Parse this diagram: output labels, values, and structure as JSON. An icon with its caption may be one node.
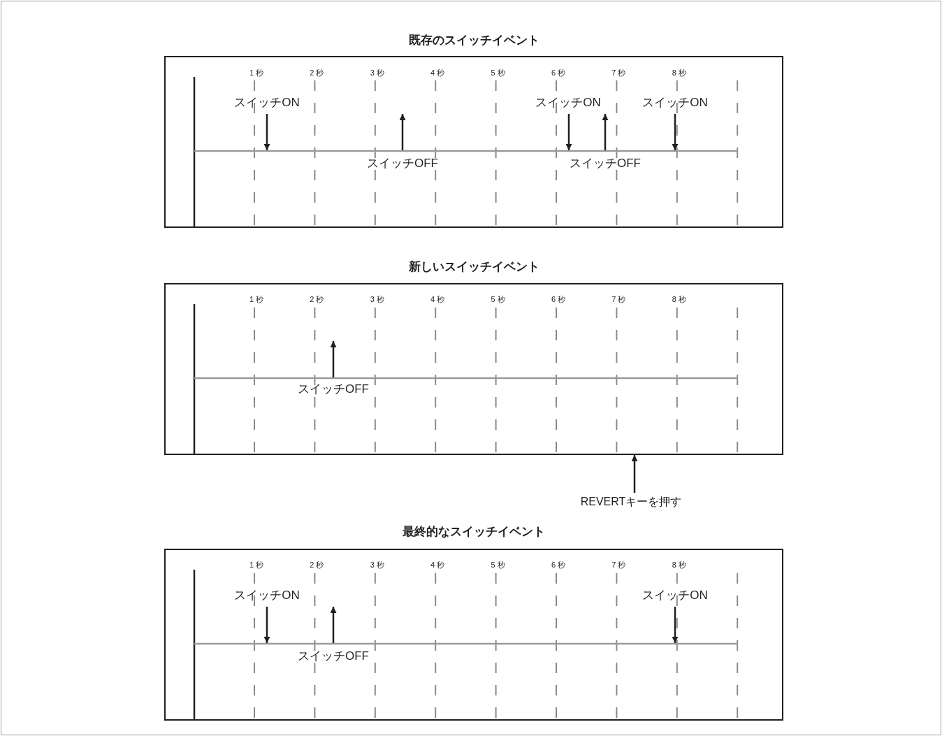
{
  "diagram": {
    "nodes": [
      {
        "text": [
          "既存のスイッチイベント"
        ]
      },
      {
        "text": [
          "新しいスイッチイベント"
        ]
      },
      {
        "text": [
          "REVERTキーを押す"
        ]
      },
      {
        "text": [
          "最終的なスイッチイベント"
        ]
      }
    ],
    "edges": [
      {
        "from": 2,
        "to": 1,
        "arrow": "to"
      }
    ],
    "labels": [
      "1 秒",
      "2 秒",
      "3 秒",
      "4 秒",
      "5 秒",
      "6 秒",
      "7 秒",
      "8 秒",
      "スイッチON",
      "スイッチON",
      "スイッチON",
      "スイッチOFF",
      "スイッチOFF",
      "1 秒",
      "2 秒",
      "3 秒",
      "4 秒",
      "5 秒",
      "6 秒",
      "7 秒",
      "8 秒",
      "スイッチOFF",
      "1 秒",
      "2 秒",
      "3 秒",
      "4 秒",
      "5 秒",
      "6 秒",
      "7 秒",
      "8 秒",
      "スイッチON",
      "スイッチON",
      "スイッチOFF"
    ]
  }
}
